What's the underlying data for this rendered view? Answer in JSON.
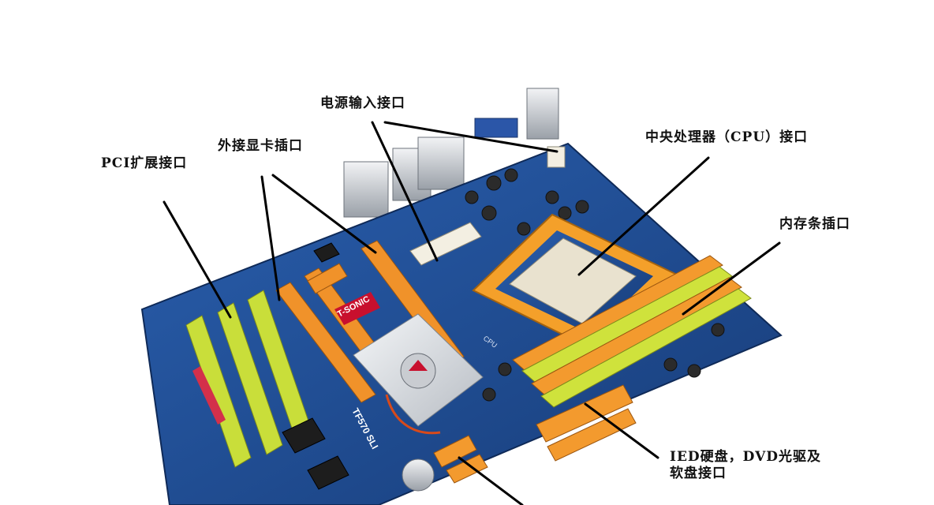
{
  "callouts": {
    "power": "电源输入接口",
    "graphics": "外接显卡插口",
    "pci": "PCI扩展接口",
    "cpu": "中央处理器（CPU）接口",
    "memory": "内存条插口",
    "ide_line1": "IED硬盘，DVD光驱及",
    "ide_line2": "软盘接口"
  },
  "board": {
    "brand": "T-SONIC",
    "model": "TF570 SLI",
    "cpu_label": "CPU"
  },
  "colors": {
    "pcb": "#1f4f96",
    "pcb_dark": "#173c78",
    "pci_slot": "#c9de3a",
    "pcie_slot": "#f0922a",
    "dimm_orange": "#f39a2e",
    "dimm_green": "#cfe23c",
    "cpu_socket": "#f4a02a",
    "heatsink": "#d9dde2",
    "leader_line": "#000000"
  }
}
